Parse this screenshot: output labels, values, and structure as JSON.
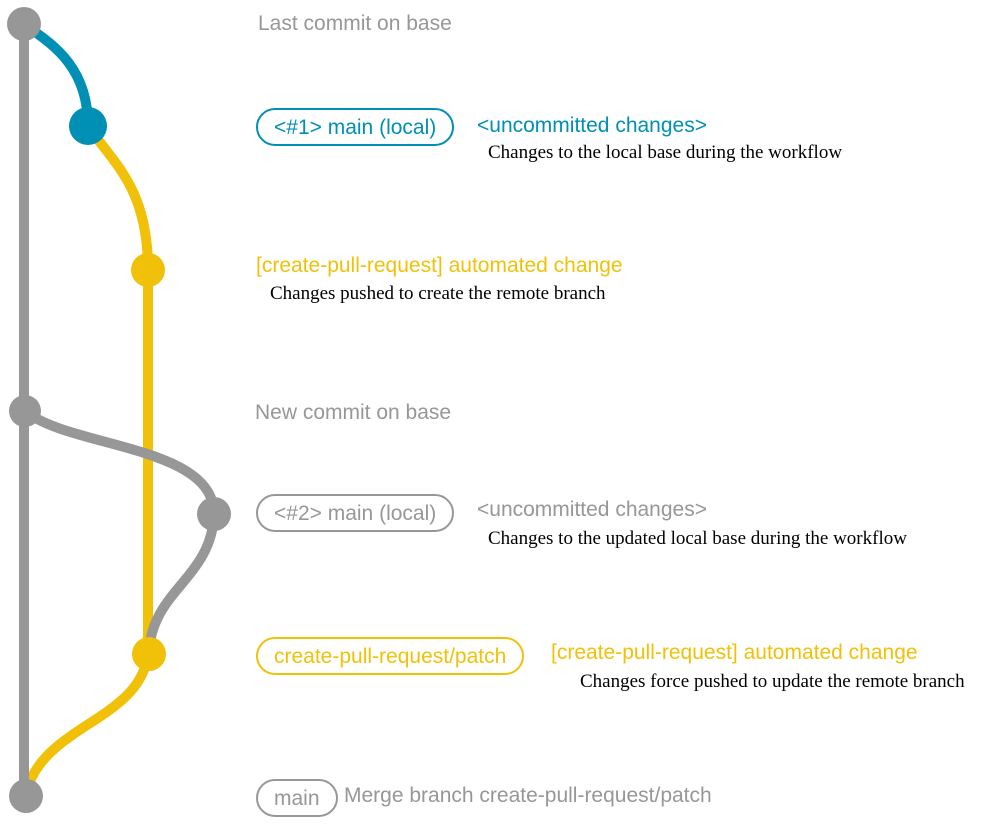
{
  "colors": {
    "base_gray": "#979797",
    "local_blue": "#008fb5",
    "remote_yellow": "#f1c109",
    "text_black": "#000000"
  },
  "graph": {
    "type": "git-branch-diagram",
    "branches": [
      {
        "name": "base",
        "color_key": "base_gray"
      },
      {
        "name": "main-local",
        "color_key": "local_blue"
      },
      {
        "name": "create-pull-request/patch",
        "color_key": "remote_yellow"
      }
    ],
    "commits": [
      {
        "id": "base-last-commit",
        "branch": "base",
        "label": "Last commit on base"
      },
      {
        "id": "local-main-1",
        "branch": "main-local",
        "label": "<#1> main (local)"
      },
      {
        "id": "remote-patch-1",
        "branch": "create-pull-request/patch",
        "label": "[create-pull-request] automated change"
      },
      {
        "id": "base-new-commit",
        "branch": "base",
        "label": "New commit on base"
      },
      {
        "id": "local-main-2",
        "branch": "base",
        "label": "<#2> main (local)"
      },
      {
        "id": "remote-patch-2",
        "branch": "create-pull-request/patch",
        "label": "[create-pull-request] automated change"
      },
      {
        "id": "base-merge-commit",
        "branch": "base",
        "label": "Merge branch create-pull-request/patch"
      }
    ]
  },
  "annotations": {
    "last_commit_label": "Last commit on base",
    "row1_badge": "<#1> main (local)",
    "row1_status": "<uncommitted changes>",
    "row1_description": "Changes to the local base during the workflow",
    "row2_title": "[create-pull-request] automated change",
    "row2_description": "Changes pushed to create the remote branch",
    "new_commit_label": "New commit on base",
    "row3_badge": "<#2> main (local)",
    "row3_status": "<uncommitted changes>",
    "row3_description": "Changes to the updated local base during the workflow",
    "row4_badge": "create-pull-request/patch",
    "row4_title": "[create-pull-request] automated change",
    "row4_description": "Changes force pushed to update the remote branch",
    "row5_badge": "main",
    "row5_message": "Merge branch create-pull-request/patch"
  }
}
